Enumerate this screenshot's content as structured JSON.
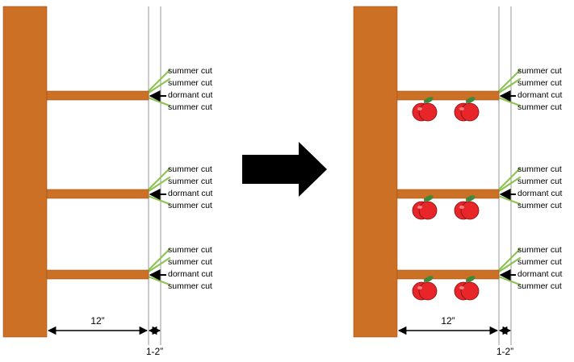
{
  "panels": [
    {
      "branches": [
        {
          "labels": [
            "summer cut",
            "summer cut",
            "dormant cut",
            "summer cut"
          ]
        },
        {
          "labels": [
            "summer cut",
            "summer cut",
            "dormant cut",
            "summer cut"
          ]
        },
        {
          "labels": [
            "summer cut",
            "summer cut",
            "dormant cut",
            "summer cut"
          ]
        }
      ],
      "dimension_main": "12”",
      "dimension_small": "1-2”",
      "apples": false
    },
    {
      "branches": [
        {
          "labels": [
            "summer cut",
            "summer cut",
            "dormant cut",
            "summer cut"
          ]
        },
        {
          "labels": [
            "summer cut",
            "summer cut",
            "dormant cut",
            "summer cut"
          ]
        },
        {
          "labels": [
            "summer cut",
            "summer cut",
            "dormant cut",
            "summer cut"
          ]
        }
      ],
      "dimension_main": "12”",
      "dimension_small": "1-2”",
      "apples": true
    }
  ],
  "colors": {
    "wood": "#CC7026",
    "shoot": "#8DC453",
    "apple": "#E8262A",
    "leaf": "#3C8A3A",
    "arrow": "#000000"
  }
}
